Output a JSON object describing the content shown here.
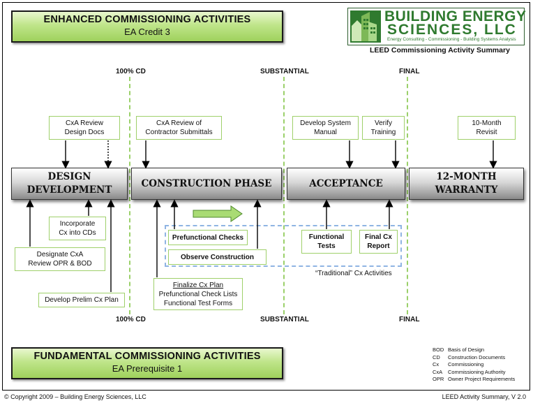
{
  "enhanced": {
    "title": "ENHANCED COMMISSIONING ACTIVITIES",
    "subtitle": "EA Credit 3"
  },
  "fundamental": {
    "title": "FUNDAMENTAL COMMISSIONING ACTIVITIES",
    "subtitle": "EA Prerequisite 1"
  },
  "logo": {
    "line1": "BUILDING ENERGY",
    "line2": "SCIENCES, LLC",
    "tagline": "Energy Consulting - Commissioning - Building Systems Analysis"
  },
  "summary_title": "LEED Commissioning Activity Summary",
  "milestones": {
    "top": [
      "100% CD",
      "SUBSTANTIAL",
      "FINAL"
    ],
    "bottom": [
      "100% CD",
      "SUBSTANTIAL",
      "FINAL"
    ]
  },
  "phases": {
    "design": [
      "DESIGN",
      "DEVELOPMENT"
    ],
    "construction": "CONSTRUCTION PHASE",
    "acceptance": "ACCEPTANCE",
    "warranty": [
      "12-MONTH",
      "WARRANTY"
    ]
  },
  "top_activities": {
    "cxa_review_design": [
      "CxA Review",
      "Design Docs"
    ],
    "cxa_review_submittals": [
      "CxA Review of",
      "Contractor Submittals"
    ],
    "develop_sys_manual": [
      "Develop System",
      "Manual"
    ],
    "verify_training": [
      "Verify",
      "Training"
    ],
    "revisit": [
      "10-Month",
      "Revisit"
    ]
  },
  "bottom_activities": {
    "incorporate_cx": [
      "Incorporate",
      "Cx into CDs"
    ],
    "designate_cxa": [
      "Designate CxA",
      "Review OPR & BOD"
    ],
    "develop_prelim": "Develop Prelim Cx Plan",
    "prefunctional_checks": "Prefunctional Checks",
    "observe_construction": "Observe Construction",
    "functional_tests": [
      "Functional",
      "Tests"
    ],
    "final_cx_report": [
      "Final Cx",
      "Report"
    ],
    "finalize_cx_plan": [
      "Finalize Cx Plan",
      "Prefunctional Check Lists",
      "Functional Test Forms"
    ]
  },
  "traditional_label": "“Traditional” Cx Activities",
  "legend": [
    {
      "abbr": "BOD",
      "meaning": "Basis of Design"
    },
    {
      "abbr": "CD",
      "meaning": "Construction Documents"
    },
    {
      "abbr": "Cx",
      "meaning": "Commissioning"
    },
    {
      "abbr": "CxA",
      "meaning": "Commissioning Authority"
    },
    {
      "abbr": "OPR",
      "meaning": "Owner Project Requirements"
    }
  ],
  "footer": {
    "left": "© Copyright 2009 – Building Energy Sciences, LLC",
    "right": "LEED Activity Summary, V 2.0"
  },
  "colors": {
    "accent_green": "#9fd15c",
    "box_border": "#9fd06a",
    "dashed_blue": "#8fb4e3"
  }
}
